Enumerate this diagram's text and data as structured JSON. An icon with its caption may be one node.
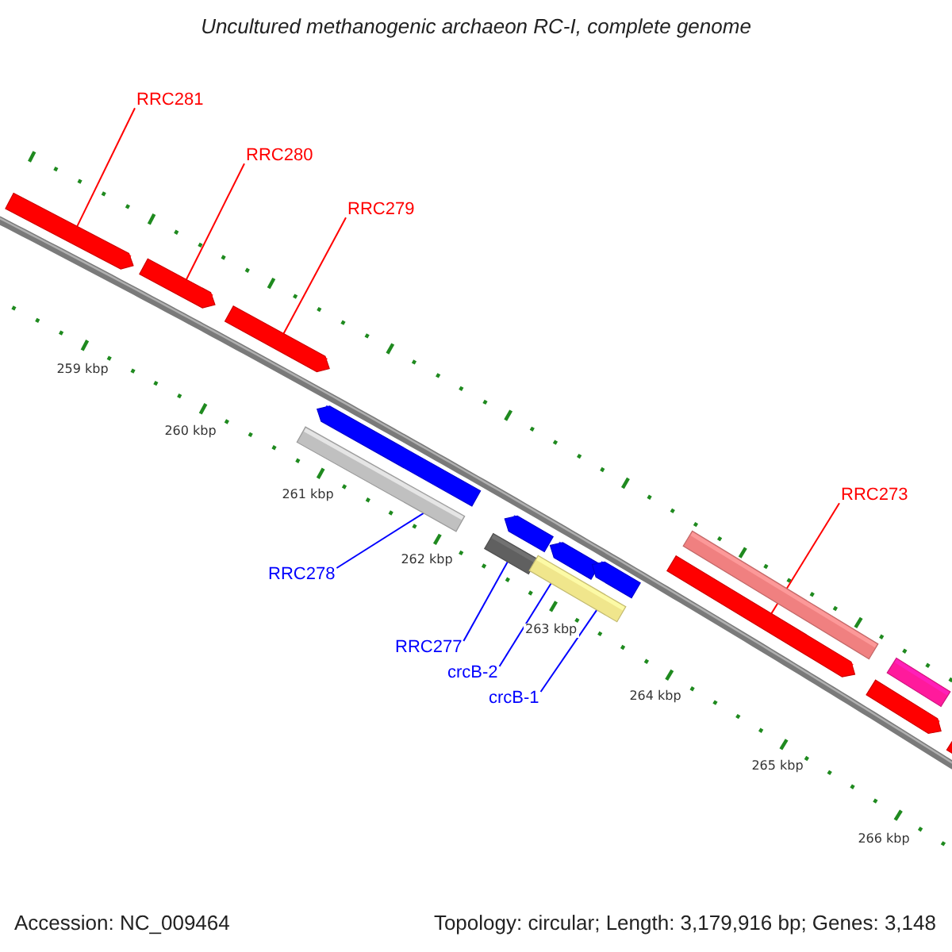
{
  "diagram": {
    "title": "Uncultured methanogenic archaeon RC-I, complete genome",
    "nodes": [
      {
        "text": [
          "RRC281"
        ]
      },
      {
        "text": [
          "RRC280"
        ]
      },
      {
        "text": [
          "RRC279"
        ]
      },
      {
        "text": [],
        "shape": "bar"
      },
      {
        "text": [],
        "shape": "bar"
      },
      {
        "text": [],
        "shape": "bar"
      },
      {
        "text": [],
        "shape": "bar"
      },
      {
        "text": [],
        "shape": "bar"
      },
      {
        "text": [],
        "shape": "bar"
      },
      {
        "text": [],
        "shape": "bar"
      },
      {
        "text": [],
        "shape": "bar"
      },
      {
        "text": [],
        "shape": "bar"
      },
      {
        "text": [],
        "shape": "bar"
      },
      {
        "text": [
          "RRC273"
        ]
      },
      {
        "text": [],
        "shape": "bar"
      },
      {
        "text": [],
        "shape": "bar"
      },
      {
        "text": [],
        "shape": "bar"
      },
      {
        "text": [],
        "shape": "bar"
      },
      {
        "text": [],
        "shape": "bar"
      },
      {
        "text": [
          "RRC278"
        ]
      },
      {
        "text": [
          "RRC277"
        ]
      },
      {
        "text": [
          "crcB-2"
        ]
      },
      {
        "text": [
          "crcB-1"
        ]
      }
    ],
    "edges": [
      {
        "from": 0,
        "to": 3,
        "arrow": "none",
        "color": "#ff0000"
      },
      {
        "from": 1,
        "to": 4,
        "arrow": "none",
        "color": "#ff0000"
      },
      {
        "from": 2,
        "to": 5,
        "arrow": "none",
        "color": "#ff0000"
      },
      {
        "from": 13,
        "to": 15,
        "arrow": "none",
        "color": "#ff0000"
      },
      {
        "from": 19,
        "to": 7,
        "arrow": "none",
        "color": "#0000ff"
      },
      {
        "from": 20,
        "to": 8,
        "arrow": "none",
        "color": "#0000ff"
      },
      {
        "from": 21,
        "to": 12,
        "arrow": "none",
        "color": "#0000ff"
      },
      {
        "from": 22,
        "to": 12,
        "arrow": "none",
        "color": "#0000ff"
      }
    ],
    "labels": [
      "259 kbp",
      "260 kbp",
      "261 kbp",
      "262 kbp",
      "263 kbp",
      "264 kbp",
      "265 kbp",
      "266 kbp",
      "Accession: NC_009464",
      "Topology: circular; Length: 3,179,916 bp; Genes: 3,148"
    ]
  }
}
